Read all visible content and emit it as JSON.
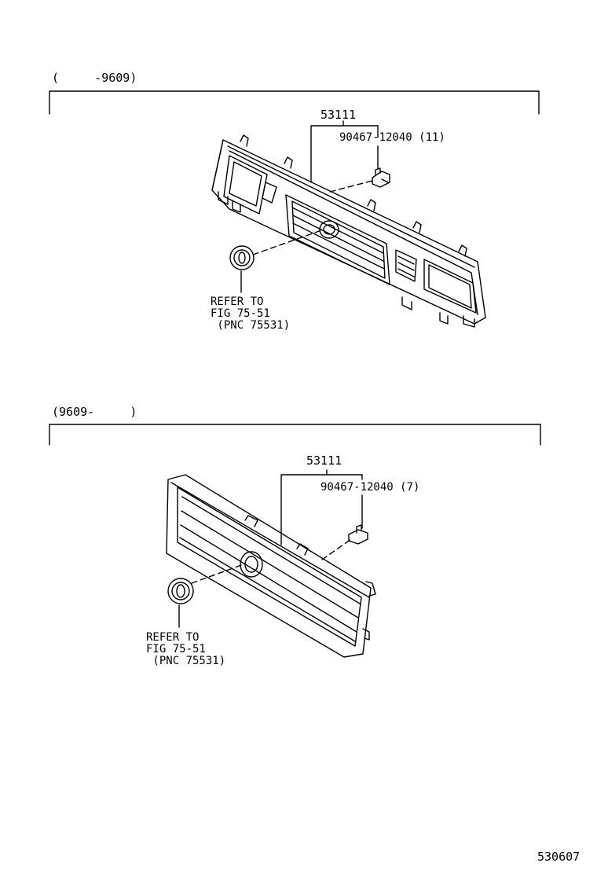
{
  "sections": [
    {
      "range": "(     -9609)",
      "part_number": "53111",
      "clip": "90467-12040 (11)",
      "refer": [
        "REFER TO",
        "FIG 75-51",
        " (PNC 75531)"
      ]
    },
    {
      "range": "(9609-     )",
      "part_number": "53111",
      "clip": "90467-12040 (7)",
      "refer": [
        "REFER TO",
        "FIG 75-51",
        " (PNC 75531)"
      ]
    }
  ],
  "illustration_number": "530607"
}
